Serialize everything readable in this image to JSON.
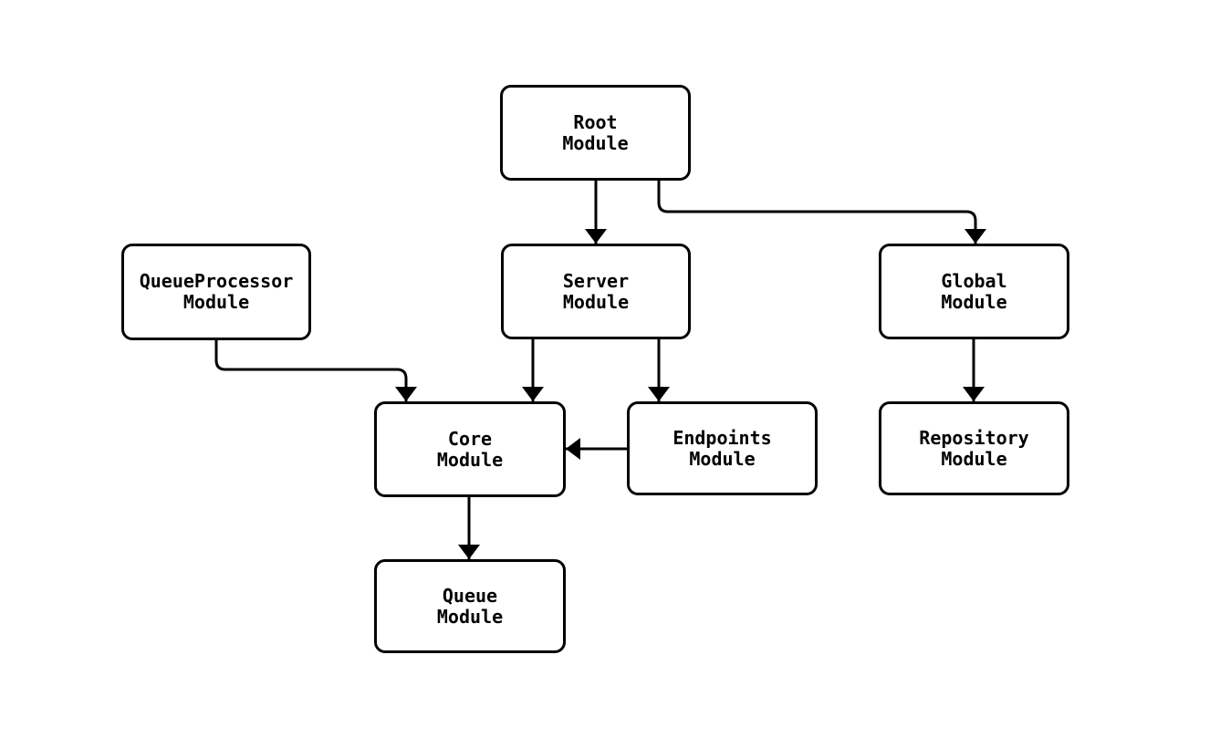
{
  "diagram": {
    "type": "module-dependency-flowchart",
    "background_color": "#ffffff",
    "stroke_color": "#000000",
    "text_color": "#000000",
    "nodes": [
      {
        "id": "root",
        "label": "Root\nModule"
      },
      {
        "id": "queueprocessor",
        "label": "QueueProcessor\nModule"
      },
      {
        "id": "server",
        "label": "Server\nModule"
      },
      {
        "id": "global",
        "label": "Global\nModule"
      },
      {
        "id": "core",
        "label": "Core\nModule"
      },
      {
        "id": "endpoints",
        "label": "Endpoints\nModule"
      },
      {
        "id": "repository",
        "label": "Repository\nModule"
      },
      {
        "id": "queue",
        "label": "Queue\nModule"
      }
    ],
    "edges": [
      {
        "from": "root",
        "to": "server"
      },
      {
        "from": "root",
        "to": "global"
      },
      {
        "from": "queueprocessor",
        "to": "core"
      },
      {
        "from": "server",
        "to": "core"
      },
      {
        "from": "server",
        "to": "endpoints"
      },
      {
        "from": "global",
        "to": "repository"
      },
      {
        "from": "endpoints",
        "to": "core"
      },
      {
        "from": "core",
        "to": "queue"
      }
    ]
  }
}
